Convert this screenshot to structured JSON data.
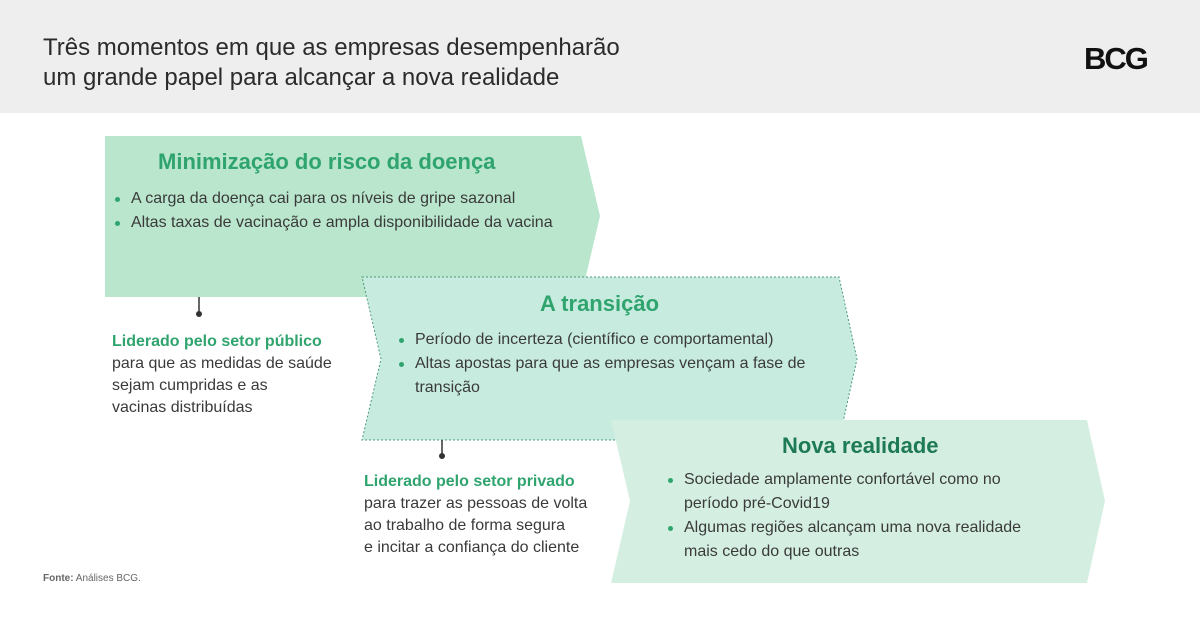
{
  "header": {
    "title_line1": "Três momentos em que as empresas desempenharão",
    "title_line2": "um grande papel para alcançar a nova realidade",
    "logo": "BCG"
  },
  "stages": [
    {
      "title": "Minimização do risco da doença",
      "bullets": [
        "A carga da doença cai para os níveis de gripe sazonal",
        "Altas taxas de vacinação e ampla disponibilidade da vacina"
      ]
    },
    {
      "title": "A transição",
      "bullets": [
        "Período de incerteza (científico e comportamental)",
        "Altas apostas para que as empresas vençam a fase de transição"
      ]
    },
    {
      "title": "Nova realidade",
      "bullets": [
        "Sociedade amplamente confortável como no período pré-Covid19",
        "Algumas regiões alcançam uma nova realidade mais cedo do que outras"
      ]
    }
  ],
  "leads": [
    {
      "title": "Liderado pelo setor público",
      "lines": [
        "para que as medidas de saúde",
        "sejam cumpridas e as",
        "vacinas distribuídas"
      ]
    },
    {
      "title": "Liderado pelo setor privado",
      "lines": [
        "para trazer as pessoas de volta",
        "ao trabalho de forma segura",
        "e incitar a confiança do cliente"
      ]
    }
  ],
  "source": {
    "label": "Fonte:",
    "text": "Análises BCG."
  },
  "colors": {
    "header_bg": "#eeeeee",
    "stage1_fill": "#b9e6cd",
    "stage2_fill": "#c8ebdf",
    "stage3_fill": "#d4efe2",
    "accent_green": "#2fa46e",
    "dark_green": "#1e7a54"
  }
}
